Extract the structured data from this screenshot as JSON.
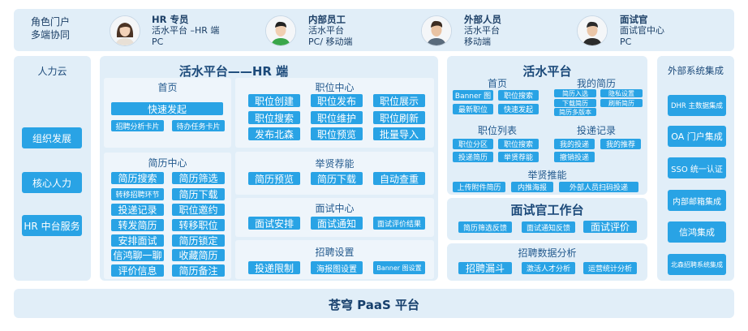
{
  "header": {
    "label_line1": "角色门户",
    "label_line2": "多端协同",
    "roles": [
      {
        "name": "HR 专员",
        "line1": "活水平台 –HR 端",
        "line2": "PC"
      },
      {
        "name": "内部员工",
        "line1": "活水平台",
        "line2": "PC/ 移动端"
      },
      {
        "name": "外部人员",
        "line1": "活水平台",
        "line2": "移动端"
      },
      {
        "name": "面试官",
        "line1": "面试官中心",
        "line2": "PC"
      }
    ]
  },
  "left": {
    "title": "人力云",
    "items": [
      "组织发展",
      "核心人力",
      "HR 中台服务"
    ]
  },
  "hr": {
    "title": "活水平台——HR 端",
    "home": {
      "title": "首页",
      "quick": "快速发起",
      "card1": "招聘分析卡片",
      "card2": "待办任务卡片"
    },
    "jobs": {
      "title": "职位中心",
      "items": [
        "职位创建",
        "职位发布",
        "职位展示",
        "职位搜索",
        "职位维护",
        "职位刷新",
        "发布北森",
        "职位预览",
        "批量导入"
      ]
    },
    "resume": {
      "title": "简历中心",
      "items": [
        "简历搜索",
        "简历筛选",
        "转移招聘环节",
        "简历下载",
        "投递记录",
        "职位邀约",
        "转发简历",
        "转移职位",
        "安排面试",
        "简历锁定",
        "信鸿聊一聊",
        "收藏简历",
        "评价信息",
        "简历备注"
      ]
    },
    "referral": {
      "title": "举贤荐能",
      "items": [
        "简历预览",
        "简历下载",
        "自动查重"
      ]
    },
    "interview": {
      "title": "面试中心",
      "items": [
        "面试安排",
        "面试通知",
        "面试评价结果"
      ]
    },
    "settings": {
      "title": "招聘设置",
      "items": [
        "投递限制",
        "海报图设置",
        "Banner 图设置"
      ]
    }
  },
  "water": {
    "title": "活水平台",
    "home": {
      "title": "首页",
      "items": [
        "Banner 图",
        "职位搜索",
        "最新职位",
        "快速发起"
      ]
    },
    "myresume": {
      "title": "我的简历",
      "items": [
        "简历入选",
        "隐私设置",
        "下载简历",
        "刷新简历",
        "简历多版本"
      ]
    },
    "joblist": {
      "title": "职位列表",
      "items": [
        "职位分区",
        "职位搜索",
        "投递简历",
        "举贤荐能"
      ]
    },
    "delivery": {
      "title": "投递记录",
      "items": [
        "我的投递",
        "我的推荐",
        "撤销投递"
      ]
    },
    "referral": {
      "title": "举贤推能",
      "items": [
        "上传附件简历",
        "内推海报",
        "外部人员扫码投递"
      ]
    }
  },
  "interviewer": {
    "title": "面试官工作台",
    "items": [
      "简历筛选反馈",
      "面试通知反馈",
      "面试评价"
    ]
  },
  "analysis": {
    "title": "招聘数据分析",
    "items": [
      "招聘漏斗",
      "激活人才分析",
      "运营统计分析"
    ]
  },
  "external": {
    "title": "外部系统集成",
    "items": [
      "DHR 主数据集成",
      "OA 门户集成",
      "SSO 统一认证",
      "内部邮箱集成",
      "信鸿集成",
      "北森招聘系统集成"
    ]
  },
  "footer": {
    "title": "苍穹 PaaS 平台"
  }
}
